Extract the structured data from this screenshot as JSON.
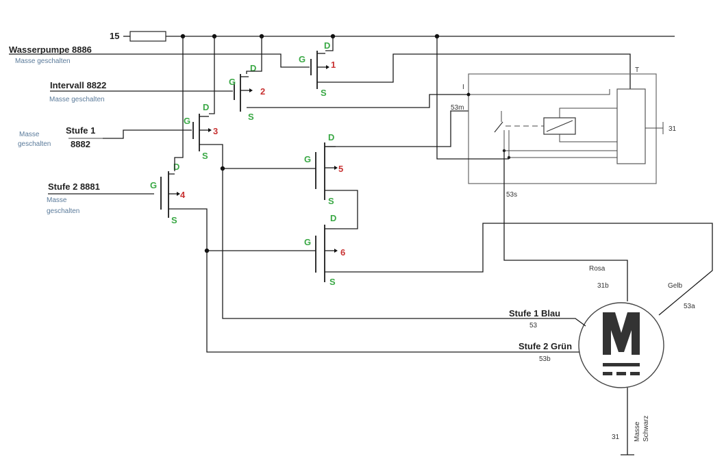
{
  "terminal15": "15",
  "inputs": {
    "wasserpumpe": "Wasserpumpe 8886",
    "wasserpumpe_sub": "Masse geschalten",
    "intervall": "Intervall 8822",
    "intervall_sub": "Masse geschalten",
    "stufe1": "Stufe 1",
    "stufe1_code": "8882",
    "stufe1_sub1": "Masse",
    "stufe1_sub2": "geschalten",
    "stufe2": "Stufe 2 8881",
    "stufe2_sub1": "Masse",
    "stufe2_sub2": "geschalten"
  },
  "pins": {
    "d": "D",
    "g": "G",
    "s": "S"
  },
  "transistors": [
    "1",
    "2",
    "3",
    "4",
    "5",
    "6"
  ],
  "relay": {
    "t": "T",
    "i": "I",
    "t53m": "53m",
    "t31": "31",
    "t53s": "53s"
  },
  "motor": {
    "rosa": "Rosa",
    "t31b": "31b",
    "gelb": "Gelb",
    "t53a": "53a",
    "stufe1_blau": "Stufe 1 Blau",
    "t53": "53",
    "stufe2_gruen": "Stufe 2 Grün",
    "t53b": "53b",
    "masse": "Masse",
    "schwarz": "Schwarz",
    "t31": "31"
  }
}
